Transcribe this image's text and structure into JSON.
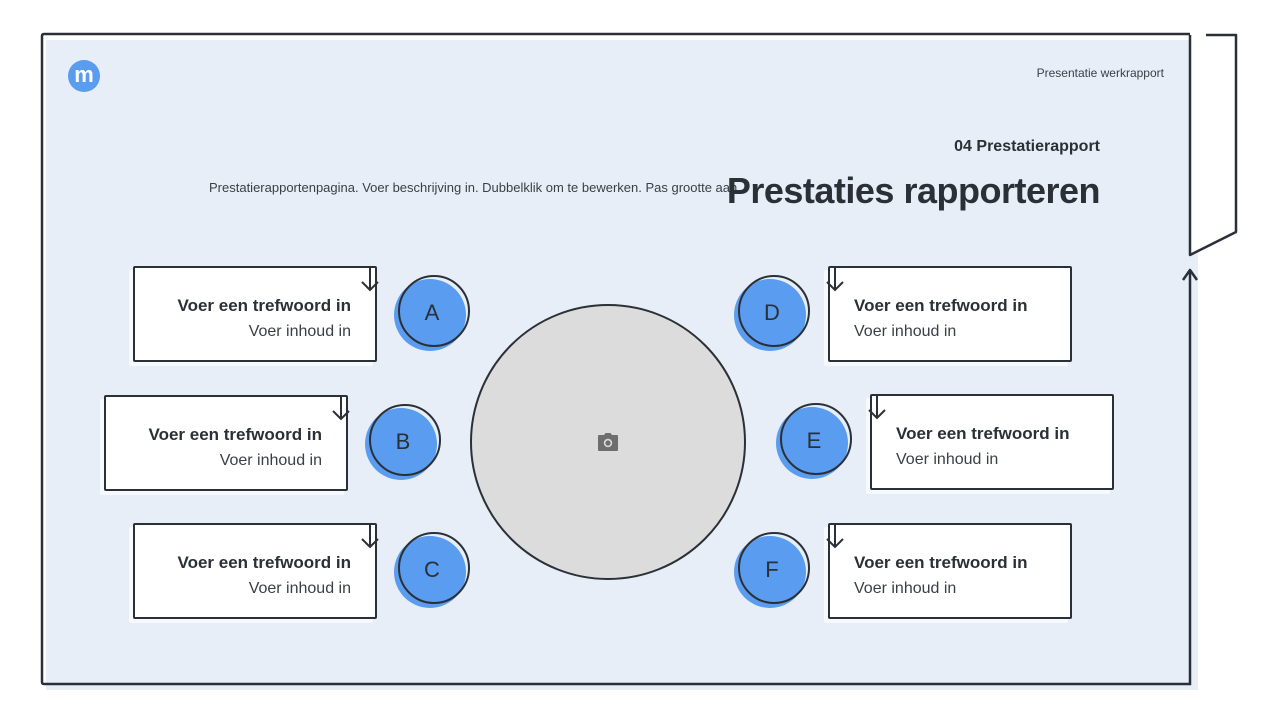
{
  "header": {
    "presentation_title": "Presentatie werkrapport"
  },
  "slide": {
    "section_label": "04 Prestatierapport",
    "title": "Prestaties rapporteren",
    "description": "Prestatierapportenpagina. Voer beschrijving in. Dubbelklik om te bewerken. Pas grootte aan."
  },
  "logo": {
    "icon": "logo-m",
    "letter": "m",
    "color": "#5a9cf0"
  },
  "image_placeholder": {
    "icon": "camera-icon"
  },
  "colors": {
    "accent": "#5a9cf0",
    "panel": "#e7eef8",
    "outline": "#2b3036",
    "placeholder": "#dcdcdc"
  },
  "items": [
    {
      "letter": "A",
      "keyword": "Voer een trefwoord in",
      "content": "Voer inhoud in"
    },
    {
      "letter": "B",
      "keyword": "Voer een trefwoord in",
      "content": "Voer inhoud in"
    },
    {
      "letter": "C",
      "keyword": "Voer een trefwoord in",
      "content": "Voer inhoud in"
    },
    {
      "letter": "D",
      "keyword": "Voer een trefwoord in",
      "content": "Voer inhoud in"
    },
    {
      "letter": "E",
      "keyword": "Voer een trefwoord in",
      "content": "Voer inhoud in"
    },
    {
      "letter": "F",
      "keyword": "Voer een trefwoord in",
      "content": "Voer inhoud in"
    }
  ]
}
